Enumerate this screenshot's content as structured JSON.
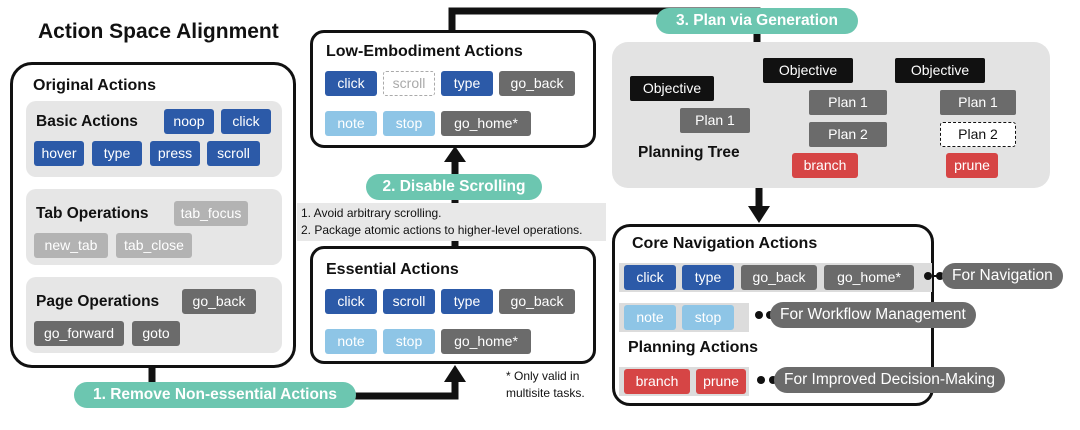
{
  "title": "Action Space Alignment",
  "original": {
    "title": "Original Actions",
    "basic": {
      "title": "Basic Actions",
      "items": [
        "noop",
        "click",
        "hover",
        "type",
        "press",
        "scroll"
      ]
    },
    "tab": {
      "title": "Tab Operations",
      "items": [
        "tab_focus",
        "new_tab",
        "tab_close"
      ]
    },
    "page": {
      "title": "Page Operations",
      "items": [
        "go_back",
        "go_forward",
        "goto"
      ]
    }
  },
  "steps": {
    "s1": "1. Remove Non-essential Actions",
    "s2": "2. Disable Scrolling",
    "s3": "3. Plan via Generation"
  },
  "notes": {
    "line1": "1. Avoid arbitrary scrolling.",
    "line2": "2. Package atomic actions to higher-level operations.",
    "footnote1": "* Only valid in",
    "footnote2": "multisite tasks."
  },
  "low": {
    "title": "Low-Embodiment Actions",
    "row1": [
      "click",
      "scroll",
      "type",
      "go_back"
    ],
    "row2": [
      "note",
      "stop",
      "go_home*"
    ]
  },
  "essential": {
    "title": "Essential Actions",
    "row1": [
      "click",
      "scroll",
      "type",
      "go_back"
    ],
    "row2": [
      "note",
      "stop",
      "go_home*"
    ]
  },
  "planning": {
    "objective": "Objective",
    "plan1": "Plan 1",
    "plan2": "Plan 2",
    "tree_label": "Planning Tree",
    "branch": "branch",
    "prune": "prune"
  },
  "core": {
    "title": "Core Navigation Actions",
    "nav": [
      "click",
      "type",
      "go_back",
      "go_home*"
    ],
    "nav_label": "For Navigation",
    "workflow": [
      "note",
      "stop"
    ],
    "workflow_label": "For Workflow Management",
    "planning_title": "Planning Actions",
    "plan": [
      "branch",
      "prune"
    ],
    "plan_label": "For Improved Decision-Making"
  },
  "colors": {
    "blue": "#2c5aa8",
    "dark_gray": "#6b6b6b",
    "light_gray": "#b3b3b3",
    "light_blue": "#8ec5e6",
    "red": "#d64545",
    "teal": "#6cc6b0"
  }
}
